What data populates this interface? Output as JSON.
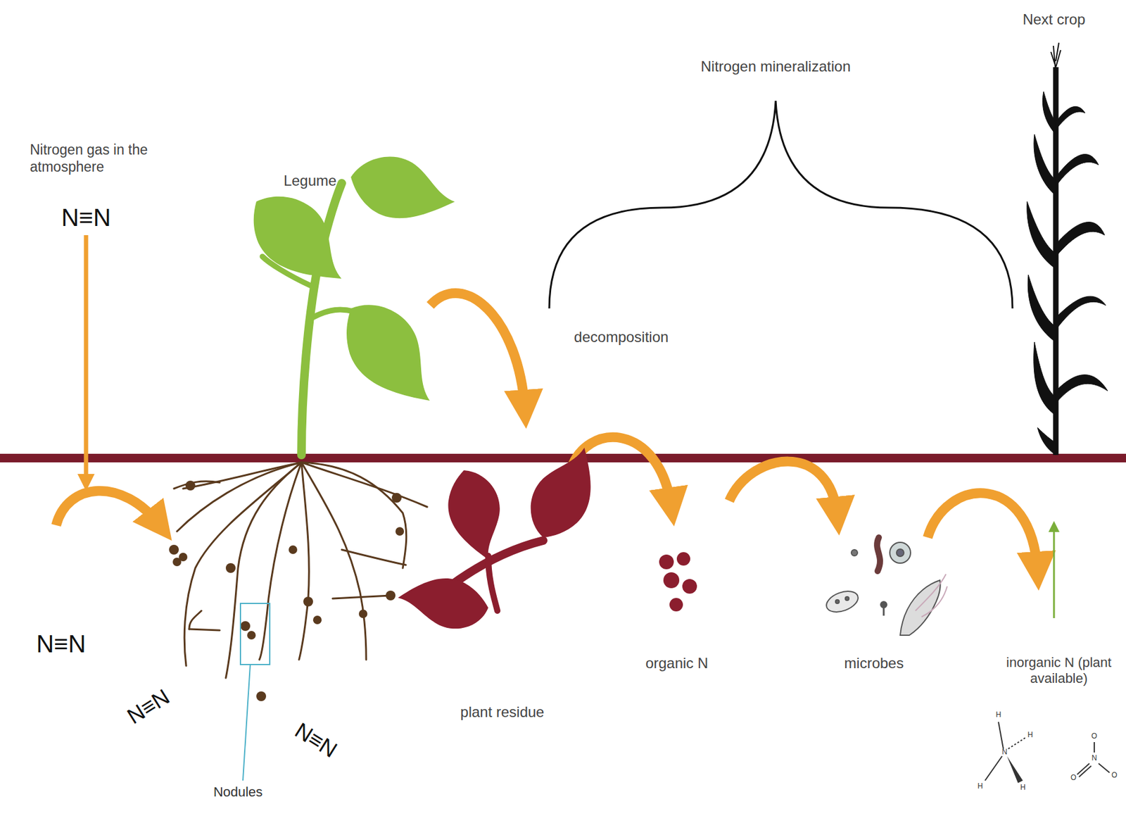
{
  "diagram": {
    "labels": [
      "Nitrogen gas in the atmosphere",
      "N≡N",
      "Legume",
      "Nitrogen mineralization",
      "Next crop",
      "decomposition",
      "N≡N",
      "N≡N",
      "N≡N",
      "plant residue",
      "organic N",
      "microbes",
      "inorganic N (plant available)",
      "Nodules",
      "H",
      "H",
      "H",
      "H",
      "N",
      "O",
      "O",
      "O",
      "N"
    ]
  }
}
